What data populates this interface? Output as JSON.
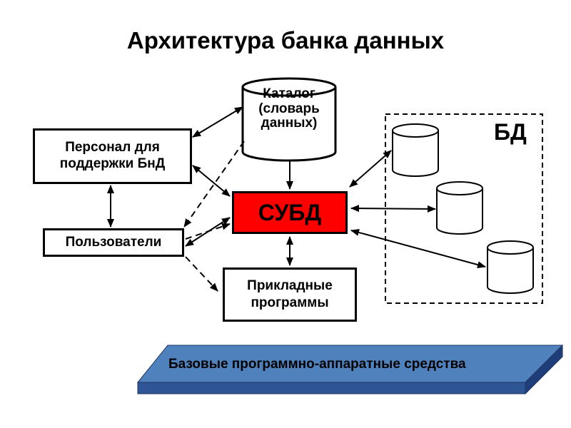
{
  "title": "Архитектура банка данных",
  "nodes": {
    "catalog": "Каталог (словарь данных)",
    "personnel": "Персонал для поддержки БнД",
    "users": "Пользователи",
    "dbms": "СУБД",
    "apps": "Прикладные программы",
    "db": "БД",
    "base": "Базовые программно-аппаратные средства"
  },
  "colors": {
    "dbms_fill": "#ff0000",
    "base_top": "#4f81bd",
    "base_side": "#2f5597"
  }
}
